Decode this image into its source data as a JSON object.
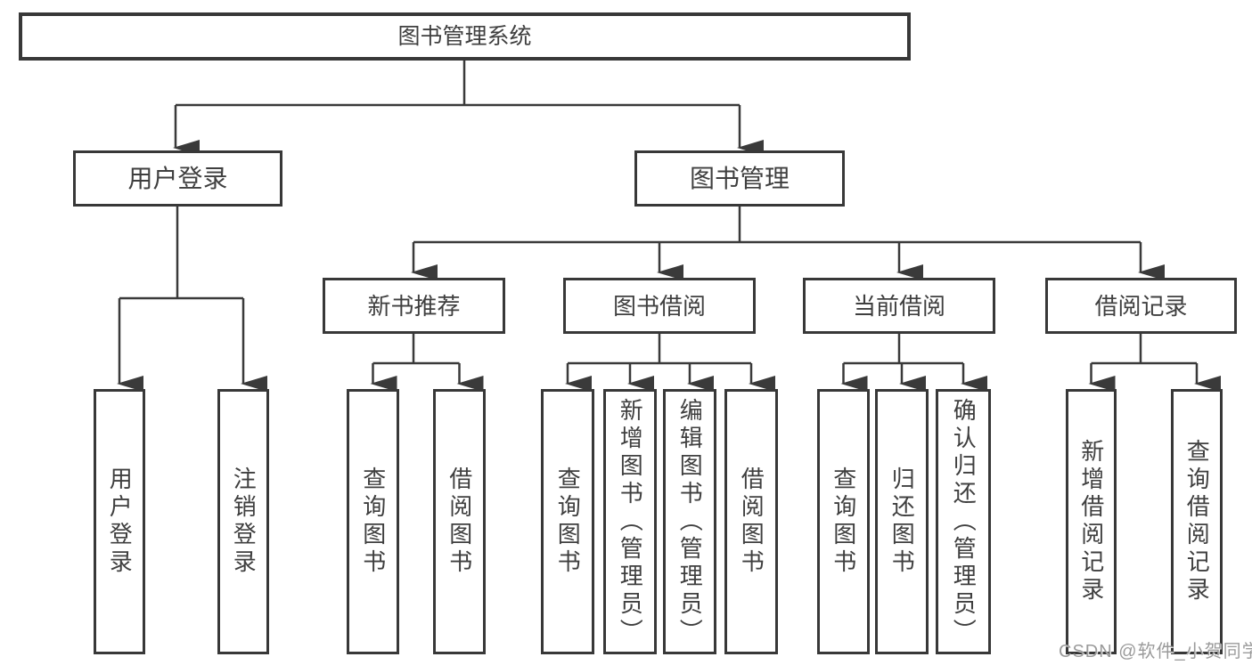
{
  "title": "图书管理系统",
  "watermark": "CSDN @软件_小贺同学",
  "colors": {
    "background": "#ffffff",
    "border": "#383838",
    "line": "#3a3a3a",
    "text": "#3f3f3f",
    "watermark_text": "#9b9b9b"
  },
  "tree": {
    "root": {
      "label": "图书管理系统",
      "children": [
        {
          "label": "用户登录",
          "children": [
            {
              "label": "用户登录"
            },
            {
              "label": "注销登录"
            }
          ]
        },
        {
          "label": "图书管理",
          "children": [
            {
              "label": "新书推荐",
              "children": [
                {
                  "label": "查询图书"
                },
                {
                  "label": "借阅图书"
                }
              ]
            },
            {
              "label": "图书借阅",
              "children": [
                {
                  "label": "查询图书"
                },
                {
                  "label": "新增图书（管理员）"
                },
                {
                  "label": "编辑图书（管理员）"
                },
                {
                  "label": "借阅图书"
                }
              ]
            },
            {
              "label": "当前借阅",
              "children": [
                {
                  "label": "查询图书"
                },
                {
                  "label": "归还图书"
                },
                {
                  "label": "确认归还（管理员）"
                }
              ]
            },
            {
              "label": "借阅记录",
              "children": [
                {
                  "label": "新增借阅记录"
                },
                {
                  "label": "查询借阅记录"
                }
              ]
            }
          ]
        }
      ]
    }
  }
}
